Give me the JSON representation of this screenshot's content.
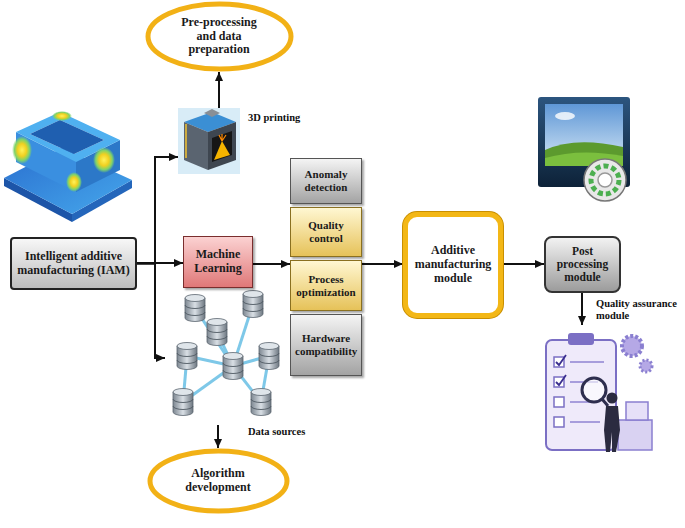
{
  "diagram": {
    "nodes": [
      {
        "text": [
          "Pre-processing and data preparation"
        ]
      },
      {
        "text": [
          "3D printing"
        ]
      },
      {
        "text": [
          "Intelligent additive manufacturing (IAM)"
        ]
      },
      {
        "text": [
          "Machine Learning"
        ]
      },
      {
        "text": [
          "Anomaly detection"
        ]
      },
      {
        "text": [
          "Quality control"
        ]
      },
      {
        "text": [
          "Process optimization"
        ]
      },
      {
        "text": [
          "Hardware compatibility"
        ]
      },
      {
        "text": [
          "Additive manufacturing module"
        ]
      },
      {
        "text": [
          "Post processing module"
        ]
      },
      {
        "text": [
          "Quality assurance module"
        ]
      },
      {
        "text": [
          "Data sources"
        ]
      },
      {
        "text": [
          "Algorithm development"
        ]
      }
    ],
    "edges": [
      {
        "from": 2,
        "to": 1,
        "arrow": "to"
      },
      {
        "from": 1,
        "to": 0,
        "arrow": "to"
      },
      {
        "from": 2,
        "to": 3,
        "arrow": "to"
      },
      {
        "from": 2,
        "to": 11,
        "arrow": "to"
      },
      {
        "from": 11,
        "to": 12,
        "arrow": "to"
      },
      {
        "from": 3,
        "to": 6,
        "arrow": "to"
      },
      {
        "from": 6,
        "to": 8,
        "arrow": "to"
      },
      {
        "from": 8,
        "to": 9,
        "arrow": "to"
      },
      {
        "from": 9,
        "to": 10,
        "arrow": "to"
      }
    ]
  }
}
